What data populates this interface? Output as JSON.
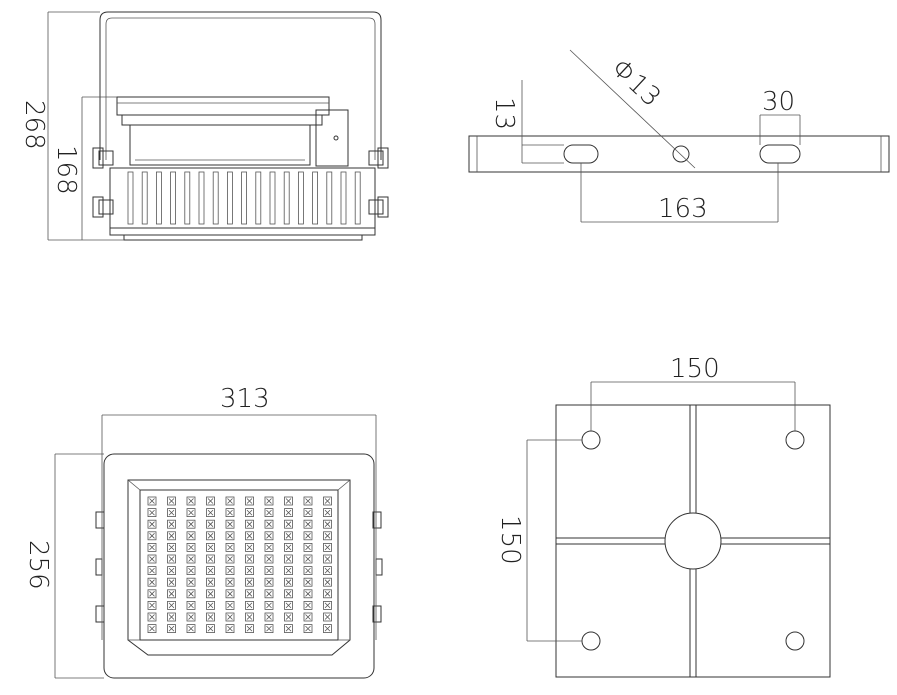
{
  "views": {
    "side": {
      "height_overall": "268",
      "height_body": "168"
    },
    "bracket": {
      "hole_diameter": "Φ13",
      "slot_width": "13",
      "slot_length": "30",
      "slot_spacing": "163"
    },
    "front": {
      "width": "313",
      "height": "256",
      "led_rows": 12,
      "led_cols": 10
    },
    "back": {
      "hole_spacing_x": "150",
      "hole_spacing_y": "150"
    }
  },
  "colors": {
    "line": "#333333",
    "background": "#ffffff"
  }
}
